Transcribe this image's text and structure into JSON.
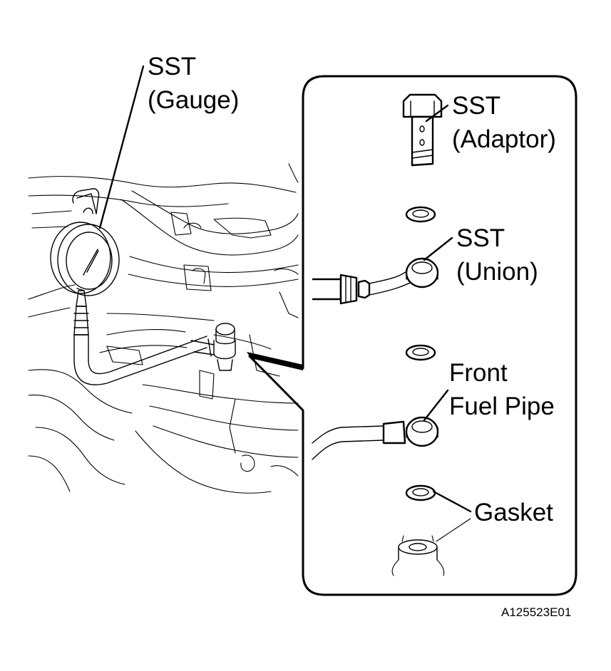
{
  "labels": {
    "gauge": {
      "line1": "SST",
      "line2": "(Gauge)"
    },
    "adaptor": {
      "line1": "SST",
      "line2": "(Adaptor)"
    },
    "union": {
      "line1": "SST",
      "line2": "(Union)"
    },
    "fuel_pipe": {
      "line1": "Front",
      "line2": "Fuel Pipe"
    },
    "gasket": "Gasket"
  },
  "figure_id": "A125523E01",
  "icons": [
    "pressure-gauge-icon",
    "union-bolt-icon",
    "gasket-ring-icon",
    "union-fitting-icon"
  ]
}
